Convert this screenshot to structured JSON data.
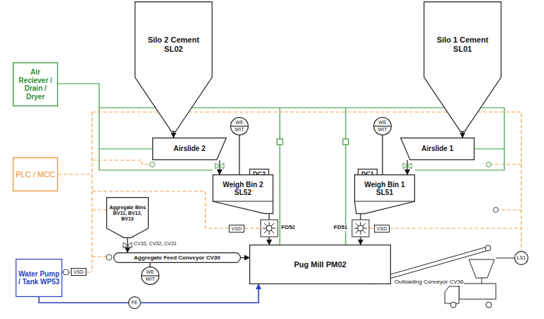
{
  "diagram": {
    "nodes": [
      {
        "text": [
          "Silo 2 Cement",
          "SL02"
        ]
      },
      {
        "text": [
          "Silo 1 Cement",
          "SL01"
        ]
      },
      {
        "text": [
          "Air Reciever / Drain / Dryer"
        ]
      },
      {
        "text": [
          "WE",
          "WIT"
        ]
      },
      {
        "text": [
          "WE",
          "WIT"
        ]
      },
      {
        "text": [
          "Airslide 2"
        ]
      },
      {
        "text": [
          "Airslide 1"
        ]
      },
      {
        "text": [
          "PLC / MCC"
        ]
      },
      {
        "text": [
          "DC2"
        ]
      },
      {
        "text": [
          "DC1"
        ]
      },
      {
        "text": [
          "Weigh Bin 2",
          "SL52"
        ]
      },
      {
        "text": [
          "Weigh Bin 1",
          "SL51"
        ]
      },
      {
        "text": [
          "Aggregate Bins",
          "BV11, BV12, BV13"
        ]
      },
      {
        "text": [
          "Aggregate Feed Conveyor CV30"
        ]
      },
      {
        "text": [
          "Pug Mill PM02"
        ]
      },
      {
        "text": [
          "LS1"
        ]
      },
      {
        "text": [
          "Water Pump / Tank WP53"
        ]
      },
      {
        "text": [
          "WE",
          "WIT"
        ]
      },
      {
        "text": [
          "FE"
        ]
      }
    ],
    "edges": [
      {
        "from": 0,
        "to": 5,
        "arrow": "to"
      },
      {
        "from": 1,
        "to": 6,
        "arrow": "to"
      },
      {
        "from": 3,
        "to": 10,
        "arrow": "none"
      },
      {
        "from": 4,
        "to": 11,
        "arrow": "none"
      },
      {
        "from": 5,
        "to": 10,
        "arrow": "to"
      },
      {
        "from": 6,
        "to": 11,
        "arrow": "to"
      },
      {
        "from": 10,
        "to": 14,
        "arrow": "to"
      },
      {
        "from": 11,
        "to": 14,
        "arrow": "to"
      },
      {
        "from": 12,
        "to": 13,
        "arrow": "to"
      },
      {
        "from": 17,
        "to": 13,
        "arrow": "none"
      },
      {
        "from": 13,
        "to": 14,
        "arrow": "to"
      },
      {
        "from": 16,
        "to": 18,
        "arrow": "none"
      },
      {
        "from": 18,
        "to": 14,
        "arrow": "to"
      }
    ],
    "labels": [
      "FD52",
      "FD51",
      "VSD",
      "VSD",
      "VSD",
      "CV33, CV32, CV31",
      "Outloading Conveyor CV36"
    ]
  }
}
